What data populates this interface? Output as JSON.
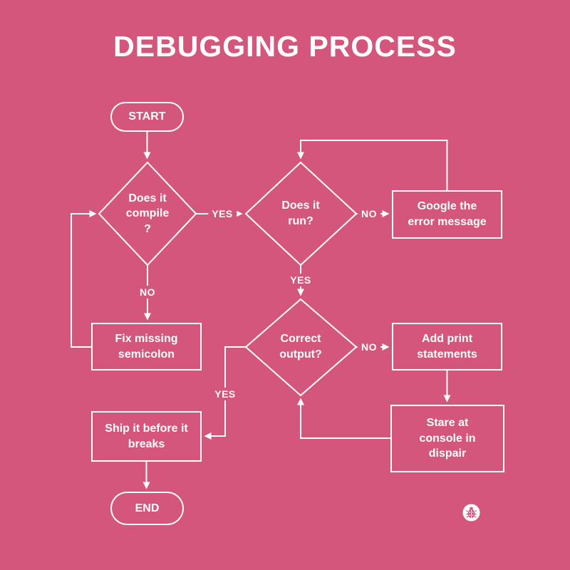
{
  "title": "DEBUGGING PROCESS",
  "colors": {
    "background": "#d4567a",
    "foreground": "#ffffff"
  },
  "nodes": {
    "start": {
      "type": "terminal",
      "label": "START"
    },
    "compile": {
      "type": "decision",
      "label": "Does it\ncompile\n?"
    },
    "run": {
      "type": "decision",
      "label": "Does it\nrun?"
    },
    "google": {
      "type": "process",
      "label": "Google the\nerror message"
    },
    "fix": {
      "type": "process",
      "label": "Fix missing\nsemicolon"
    },
    "correct": {
      "type": "decision",
      "label": "Correct\noutput?"
    },
    "add_print": {
      "type": "process",
      "label": "Add print\nstatements"
    },
    "stare": {
      "type": "process",
      "label": "Stare at\nconsole in\ndispair"
    },
    "ship": {
      "type": "process",
      "label": "Ship it before it\nbreaks"
    },
    "end": {
      "type": "terminal",
      "label": "END"
    }
  },
  "edge_labels": {
    "compile_yes": "YES",
    "compile_no": "NO",
    "run_no": "NO",
    "run_yes": "YES",
    "correct_no": "NO",
    "correct_yes": "YES"
  },
  "badge": {
    "icon": "ladybug-icon"
  }
}
